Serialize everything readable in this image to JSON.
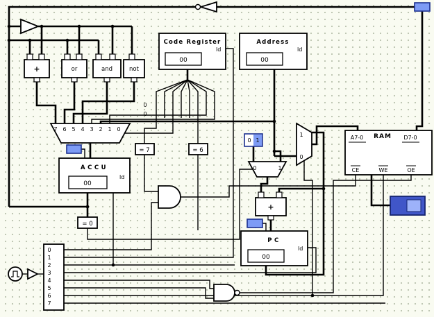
{
  "registers": {
    "code": {
      "title": "Code Register",
      "ld": "ld",
      "value": "00"
    },
    "address": {
      "title": "Address",
      "ld": "ld",
      "value": "00"
    },
    "accu": {
      "title": "ACCU",
      "ld": "ld",
      "value": "00"
    },
    "pc": {
      "title": "PC",
      "ld": "ld",
      "value": "00"
    }
  },
  "alu": {
    "add": "+",
    "or": "or",
    "and": "and",
    "not": "not"
  },
  "adder": {
    "label": "+"
  },
  "comparators": {
    "eq7": "= 7",
    "eq6": "= 6",
    "eq0": "= 0"
  },
  "mux_main": {
    "inputs": [
      "7",
      "6",
      "5",
      "4",
      "3",
      "2",
      "1",
      "0"
    ]
  },
  "pc_mux": {
    "in0": "0",
    "in1": "1"
  },
  "addr_mux": {
    "in1": "1",
    "in0": "0"
  },
  "const_pin": {
    "bit0": "0",
    "bit1": "1"
  },
  "splitter": {
    "labels": [
      "0",
      "0"
    ]
  },
  "sequencer": {
    "outputs": [
      "0",
      "1",
      "2",
      "3",
      "4",
      "5",
      "6",
      "7"
    ]
  },
  "ram": {
    "title": "RAM",
    "addr_label": "A7-0",
    "data_label": "D7-0",
    "ce": "CE",
    "we": "WE",
    "oe": "OE"
  },
  "colors": {
    "wire": "#000000",
    "pin_fill": "#7d9bf5",
    "pin_border": "#1b2f8f",
    "display_fill": "#4056c8",
    "display_inner": "#9db2fa",
    "canvas_bg": "#f9fbf1",
    "grid_dot": "#bcc4b0"
  }
}
